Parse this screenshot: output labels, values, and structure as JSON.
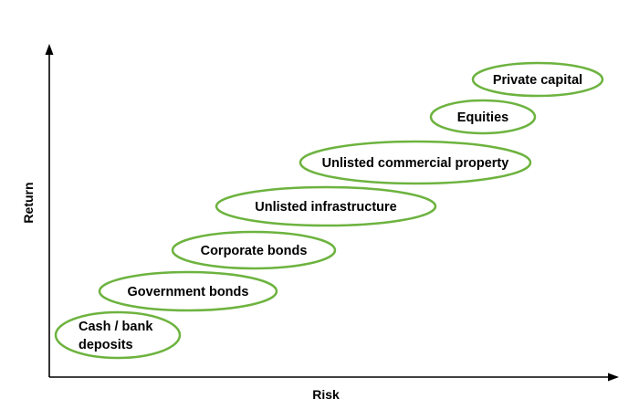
{
  "colors": {
    "bubble_outline": "#6DB33F",
    "axis": "#000000",
    "text": "#000000"
  },
  "axes": {
    "x_label": "Risk",
    "y_label": "Return"
  },
  "bubbles": [
    {
      "id": "cash-bank-deposits",
      "lines": [
        "Cash / bank",
        "deposits"
      ]
    },
    {
      "id": "government-bonds",
      "lines": [
        "Government bonds"
      ]
    },
    {
      "id": "corporate-bonds",
      "lines": [
        "Corporate bonds"
      ]
    },
    {
      "id": "unlisted-infrastructure",
      "lines": [
        "Unlisted infrastructure"
      ]
    },
    {
      "id": "unlisted-commercial-property",
      "lines": [
        "Unlisted commercial property"
      ]
    },
    {
      "id": "equities",
      "lines": [
        "Equities"
      ]
    },
    {
      "id": "private-capital",
      "lines": [
        "Private capital"
      ]
    }
  ]
}
